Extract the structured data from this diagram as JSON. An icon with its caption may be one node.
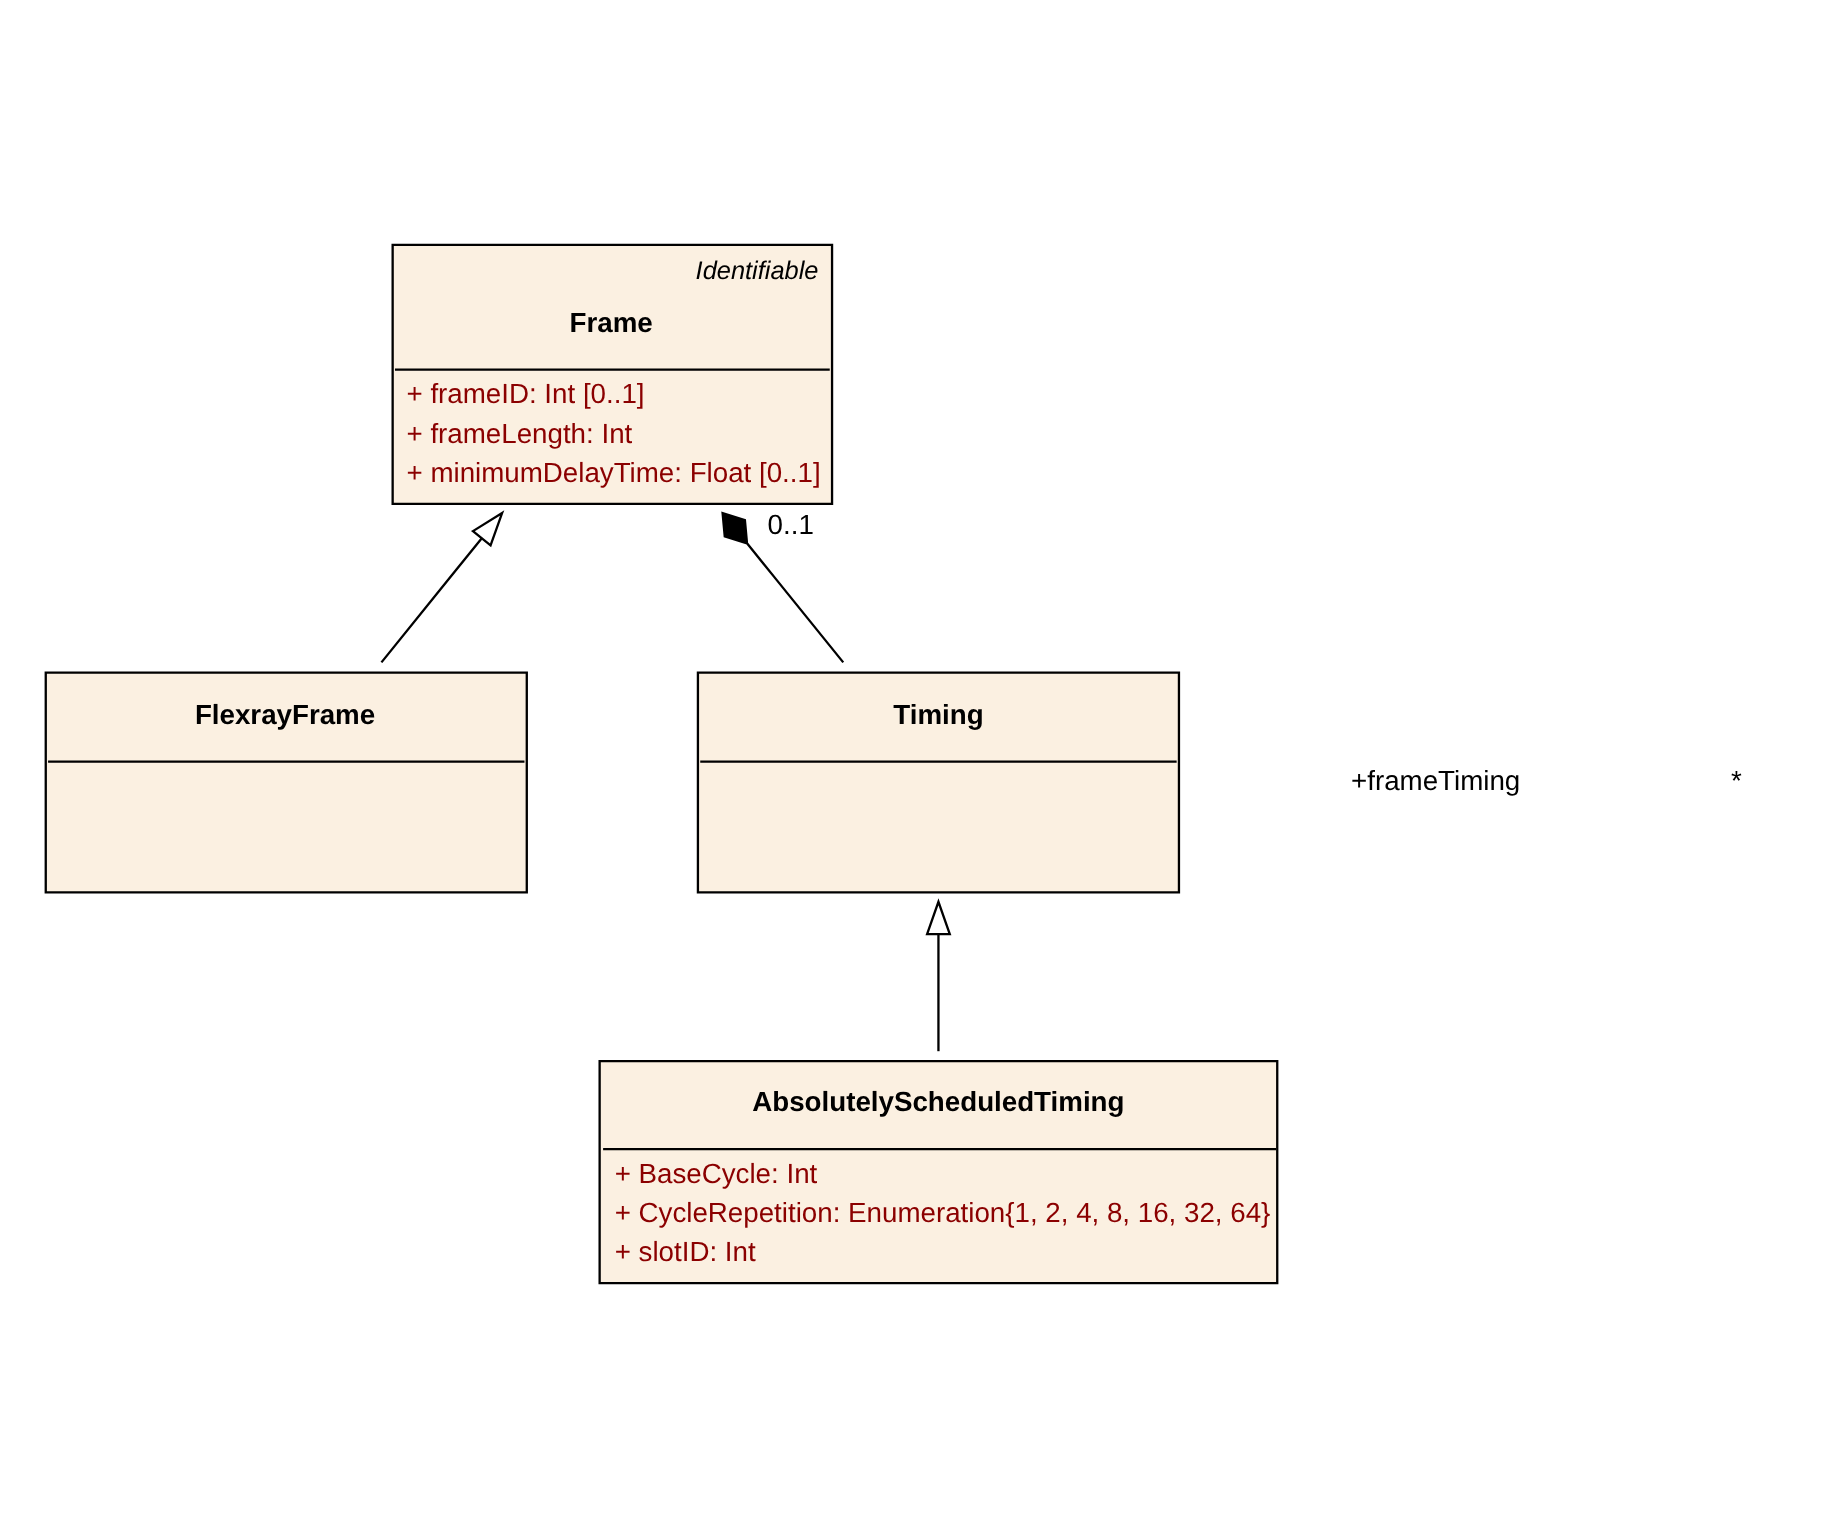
{
  "diagram": {
    "nodes": [
      {
        "text": [
          "Identifiable",
          "Frame",
          "+ frameID: Int [0..1]",
          "+ frameLength: Int",
          "+ minimumDelayTime: Float [0..1]"
        ]
      },
      {
        "text": [
          "FlexrayFrame"
        ]
      },
      {
        "text": [
          "Timing"
        ]
      },
      {
        "text": [
          "AbsolutelyScheduledTiming",
          "+ BaseCycle: Int",
          "+ CycleRepetition: Enumeration{1, 2, 4, 8, 16, 32, 64}",
          "+ slotID: Int"
        ]
      }
    ],
    "edges": [
      {
        "from": 1,
        "to": 0,
        "arrow": "to"
      },
      {
        "from": 2,
        "to": 0,
        "arrow": "other",
        "label": "0..1"
      },
      {
        "from": 3,
        "to": 2,
        "arrow": "to"
      }
    ],
    "labels": [
      "+frameTiming",
      "*"
    ]
  }
}
